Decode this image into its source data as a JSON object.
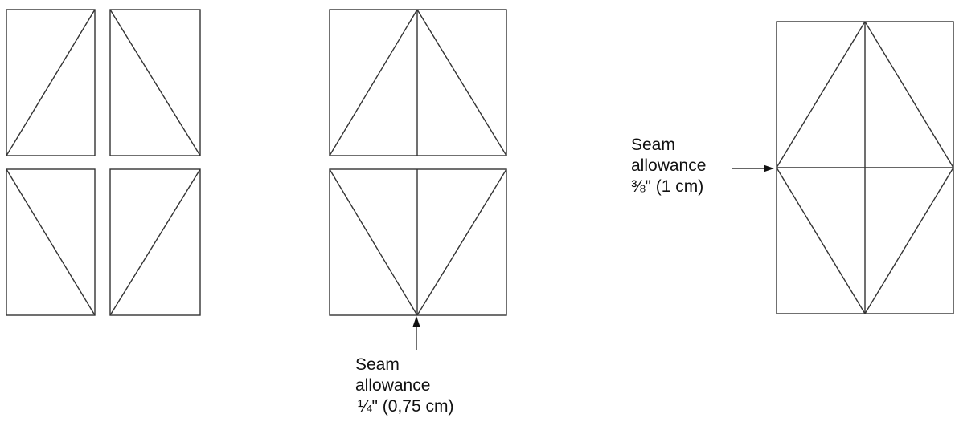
{
  "annotations": {
    "bottom_seam": {
      "line1": "Seam",
      "line2": "allowance",
      "line3": "¼\" (0,75 cm)"
    },
    "side_seam": {
      "line1": "Seam",
      "line2": "allowance",
      "line3": "⅜\" (1 cm)"
    }
  },
  "colors": {
    "line": "#333333",
    "text": "#111111",
    "background": "#ffffff"
  }
}
